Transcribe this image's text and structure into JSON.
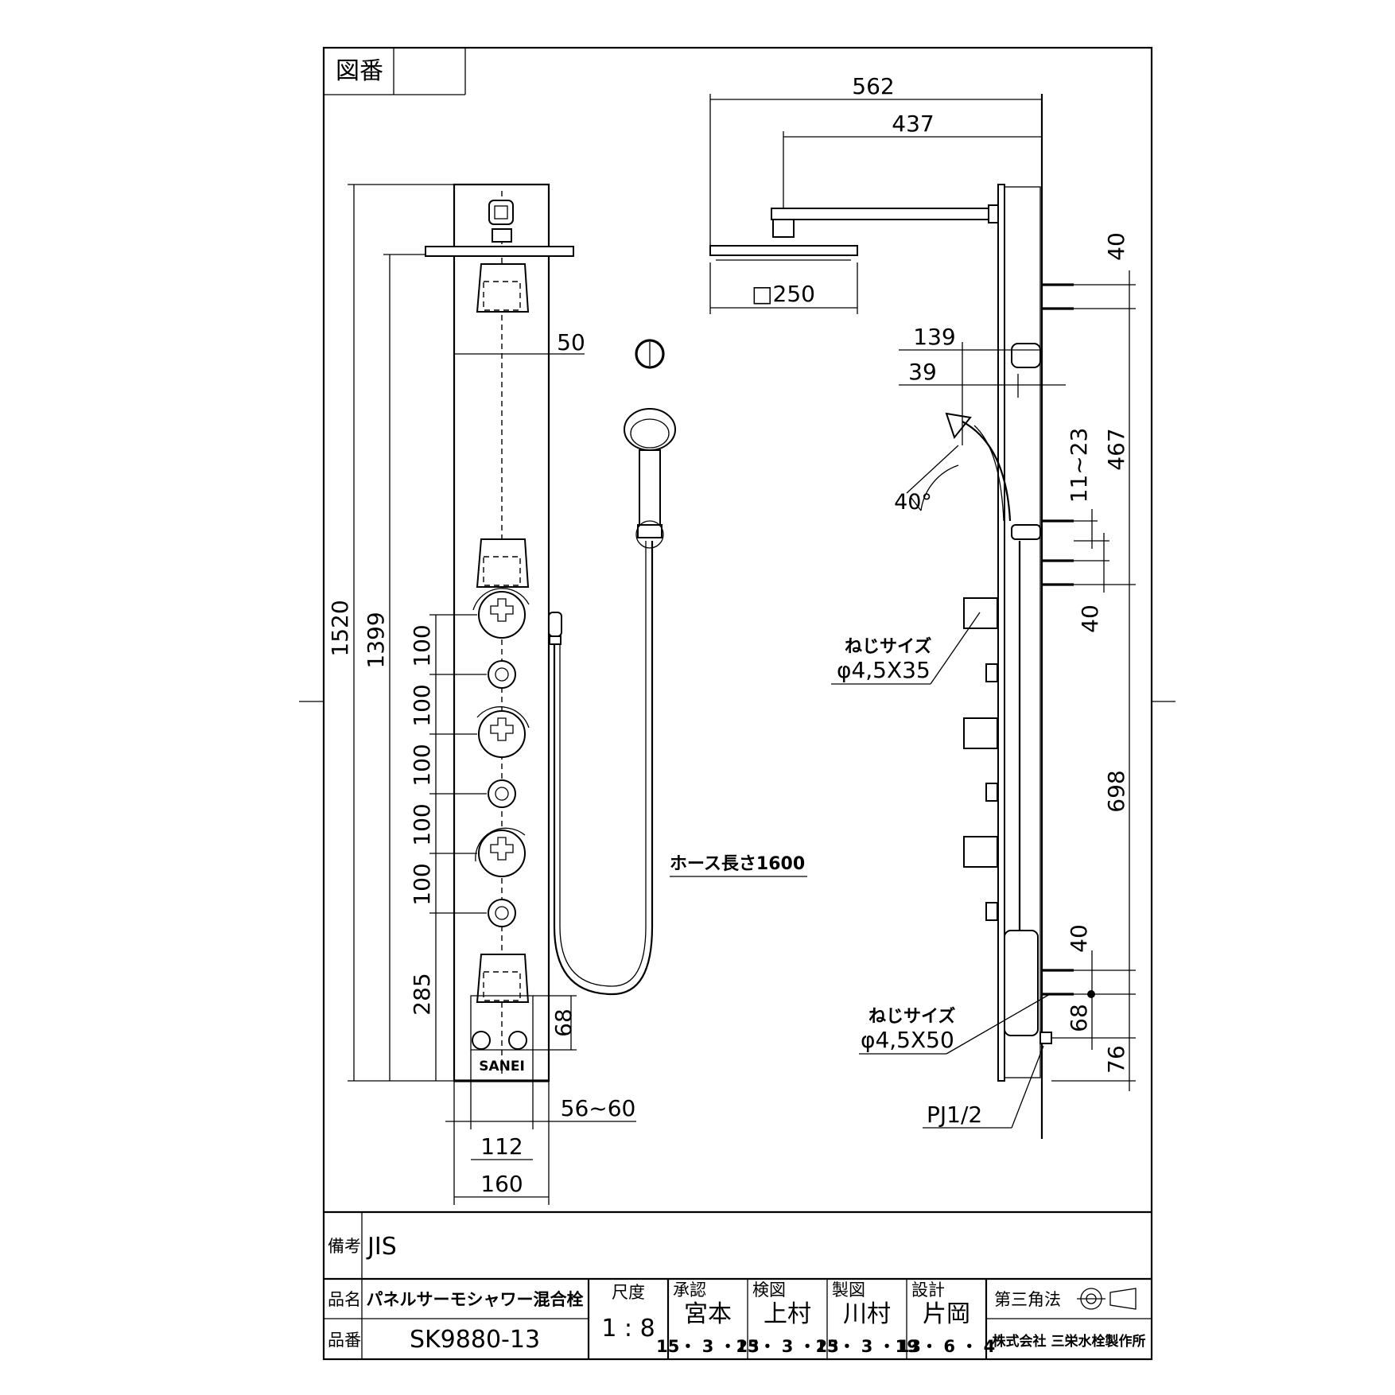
{
  "header": {
    "drawing_no_label": "図番",
    "drawing_no_value": ""
  },
  "dimensions": {
    "total_height": "1520",
    "height_to_head": "1399",
    "head_offset": "50",
    "pitch_1": "100",
    "pitch_2": "100",
    "pitch_3": "100",
    "pitch_4": "100",
    "pitch_5": "100",
    "bottom_to_outlet": "285",
    "bottom_block": "68",
    "inlet_spacing": "56~60",
    "inlet_centers": "112",
    "panel_width": "160",
    "arm_total": "562",
    "arm_reach": "437",
    "head_size": "□250",
    "holder_reach": "139",
    "holder_depth": "39",
    "hand_shower_angle": "40°",
    "screw_set_top": "40",
    "screw_pitch_upper": "467",
    "screw_range": "11~23",
    "screw_set_mid": "40",
    "screw_pitch_lower": "698",
    "screw_set_low": "40",
    "side_bottom_68": "68",
    "side_bottom_76": "76"
  },
  "annotations": {
    "hose_length": "ホース長さ1600",
    "screw_label_1": "ねじサイズ",
    "screw_size_1": "φ4,5X35",
    "screw_label_2": "ねじサイズ",
    "screw_size_2": "φ4,5X50",
    "pipe_thread": "PJ1/2",
    "brand_mark": "SANEI"
  },
  "title_block": {
    "remarks_label": "備考",
    "remarks_value": "JIS",
    "product_name_label": "品名",
    "product_name": "パネルサーモシャワー混合栓",
    "product_no_label": "品番",
    "product_no": "SK9880-13",
    "scale_label": "尺度",
    "scale_value": "1 : 8",
    "approved_label": "承認",
    "approved_name": "宮本",
    "approved_date": "15・ 3 ・23",
    "checked_label": "検図",
    "checked_name": "上村",
    "checked_date": "15・ 3 ・23",
    "drawn_label": "製図",
    "drawn_name": "川村",
    "drawn_date": "15・ 3 ・19",
    "designed_label": "設計",
    "designed_name": "片岡",
    "designed_date": "13・ 6 ・ 4",
    "projection_label": "第三角法",
    "company": "株式会社 三栄水栓製作所"
  }
}
